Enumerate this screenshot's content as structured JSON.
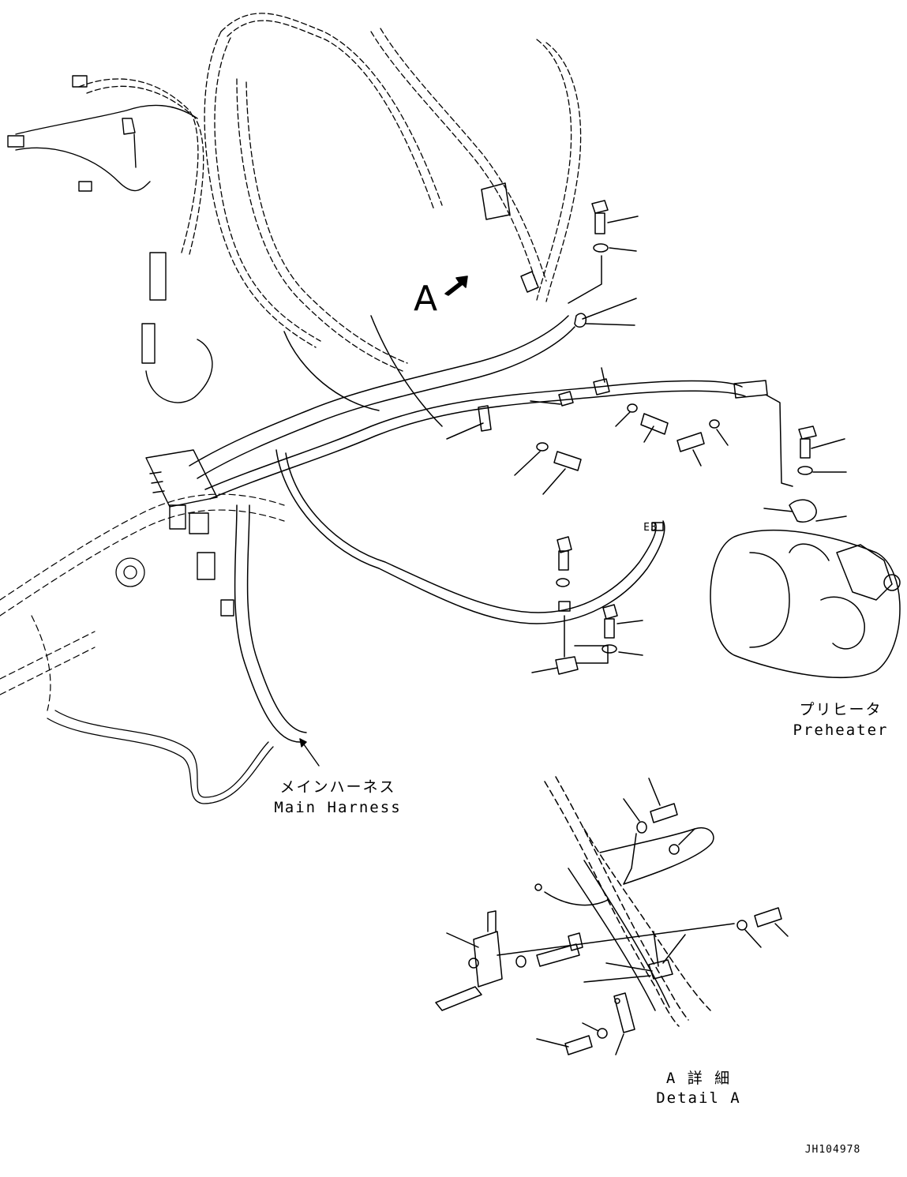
{
  "labels": {
    "view_marker": "A",
    "preheater_jp": "プリヒータ",
    "preheater_en": "Preheater",
    "main_harness_jp": "メインハーネス",
    "main_harness_en": "Main Harness",
    "detail_jp": "A 詳 細",
    "detail_en": "Detail A",
    "drawing_code": "JH104978",
    "connector_tag": "E3"
  },
  "colors": {
    "line": "#000000",
    "background": "#ffffff"
  }
}
